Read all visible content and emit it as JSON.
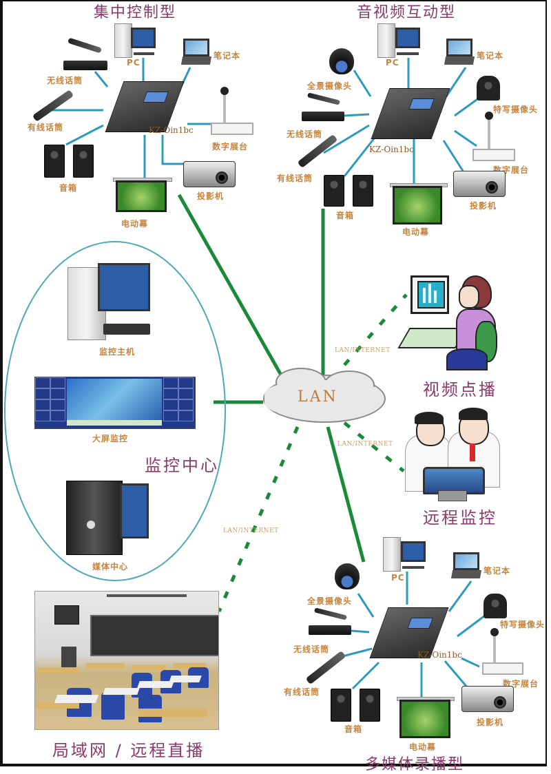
{
  "diagram": {
    "colors": {
      "title": "#8a3a6a",
      "device_label": "#c8843a",
      "device_link": "#2a9ac0",
      "network_link": "#1a8a3a",
      "monitoring_ellipse": "#4aa8b8"
    },
    "network_hub": {
      "label": "LAN",
      "icon": "cloud-icon"
    },
    "connection_label": "LAN/INTERNET",
    "clusters": {
      "centralized": {
        "title": "集中控制型",
        "controller_model": "KZ-Oin1bc",
        "devices": {
          "pc": "PC",
          "laptop": "笔记本",
          "wireless_mic": "无线话筒",
          "wired_mic": "有线话筒",
          "speakers": "音箱",
          "visualizer": "数字展台",
          "projector": "投影机",
          "electric_screen": "电动幕"
        }
      },
      "av_interactive": {
        "title": "音视频互动型",
        "controller_model": "KZ-Oin1bc",
        "devices": {
          "pc": "PC",
          "laptop": "笔记本",
          "panoramic_camera": "全景摄像头",
          "closeup_camera": "特写摄像头",
          "wireless_mic": "无线话筒",
          "wired_mic": "有线话筒",
          "speakers": "音箱",
          "visualizer": "数字展台",
          "projector": "投影机",
          "electric_screen": "电动幕"
        }
      },
      "multimedia_recording": {
        "title": "多媒体录播型",
        "controller_model": "KZ-Oin1bc",
        "devices": {
          "pc": "PC",
          "laptop": "笔记本",
          "panoramic_camera": "全景摄像头",
          "closeup_camera": "特写摄像头",
          "wireless_mic": "无线话筒",
          "wired_mic": "有线话筒",
          "speakers": "音箱",
          "visualizer": "数字展台",
          "projector": "投影机",
          "electric_screen": "电动幕"
        }
      }
    },
    "monitoring_center": {
      "title": "监控中心",
      "items": {
        "host": "监控主机",
        "video_wall": "大屏监控",
        "media_center": "媒体中心"
      }
    },
    "remote_nodes": {
      "vod": "视频点播",
      "remote_monitoring": "远程监控",
      "live_broadcast": "局域网 / 远程直播"
    }
  }
}
